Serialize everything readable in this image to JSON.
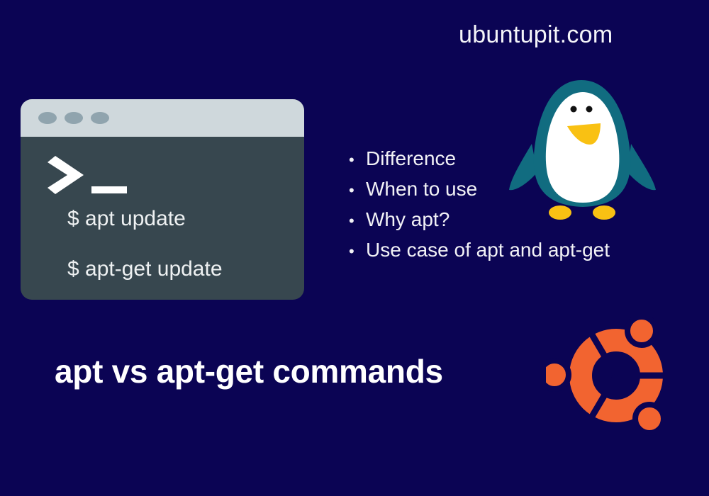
{
  "site": {
    "domain": "ubuntupit.com"
  },
  "terminal": {
    "window_dots": 3,
    "prompt_symbol": ">_",
    "commands": [
      "$ apt update",
      "$ apt-get update"
    ]
  },
  "topics": {
    "bullet": "•",
    "items": [
      "Difference",
      "When to use",
      "Why apt?",
      "Use case of apt and apt-get"
    ]
  },
  "headline": {
    "text": "apt vs apt-get commands"
  },
  "illustrations": {
    "mascot": "penguin-icon",
    "logo": "ubuntu-logo-icon"
  },
  "colors": {
    "background": "#0b0454",
    "terminal_header": "#cfd8dc",
    "terminal_body": "#37474f",
    "terminal_dots": "#90a4ae",
    "penguin_body": "#116c80",
    "penguin_belly": "#ffffff",
    "penguin_beak": "#f9c113",
    "ubuntu_orange": "#f26430"
  }
}
